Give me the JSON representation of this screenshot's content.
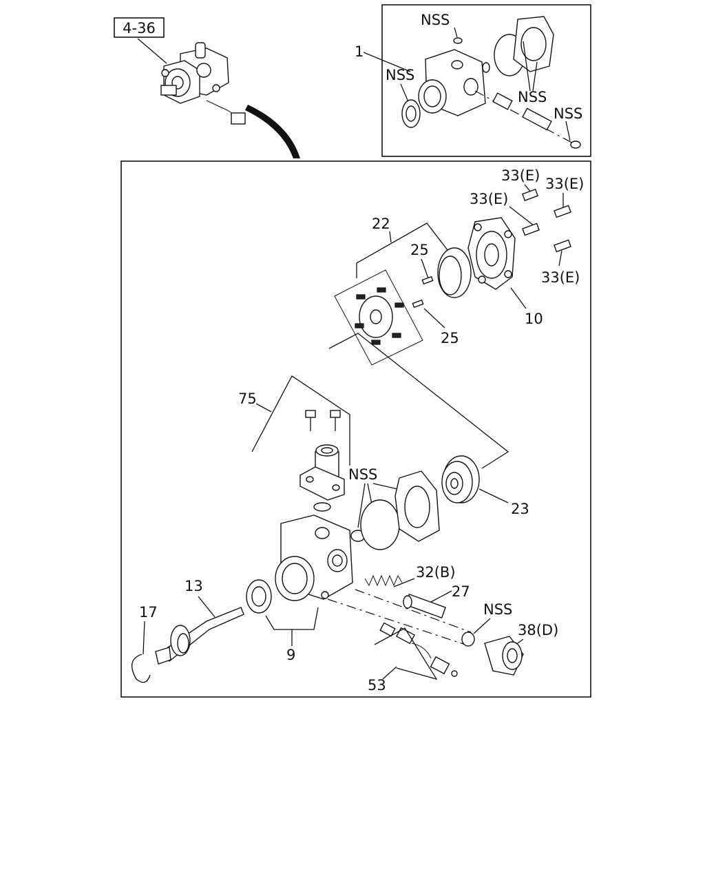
{
  "reference_box": {
    "text": "4-36"
  },
  "inset": {
    "item_label": "1",
    "nss_labels": [
      "NSS",
      "NSS",
      "NSS",
      "NSS"
    ]
  },
  "callouts": {
    "c22": "22",
    "c25a": "25",
    "c25b": "25",
    "c10": "10",
    "c33e1": "33(E)",
    "c33e2": "33(E)",
    "c33e3": "33(E)",
    "c33e4": "33(E)",
    "c75": "75",
    "c_nss_gasket": "NSS",
    "c23": "23",
    "c32b": "32(B)",
    "c27": "27",
    "c13": "13",
    "c17": "17",
    "c9": "9",
    "c_nss_oring": "NSS",
    "c38d": "38(D)",
    "c53": "53"
  }
}
